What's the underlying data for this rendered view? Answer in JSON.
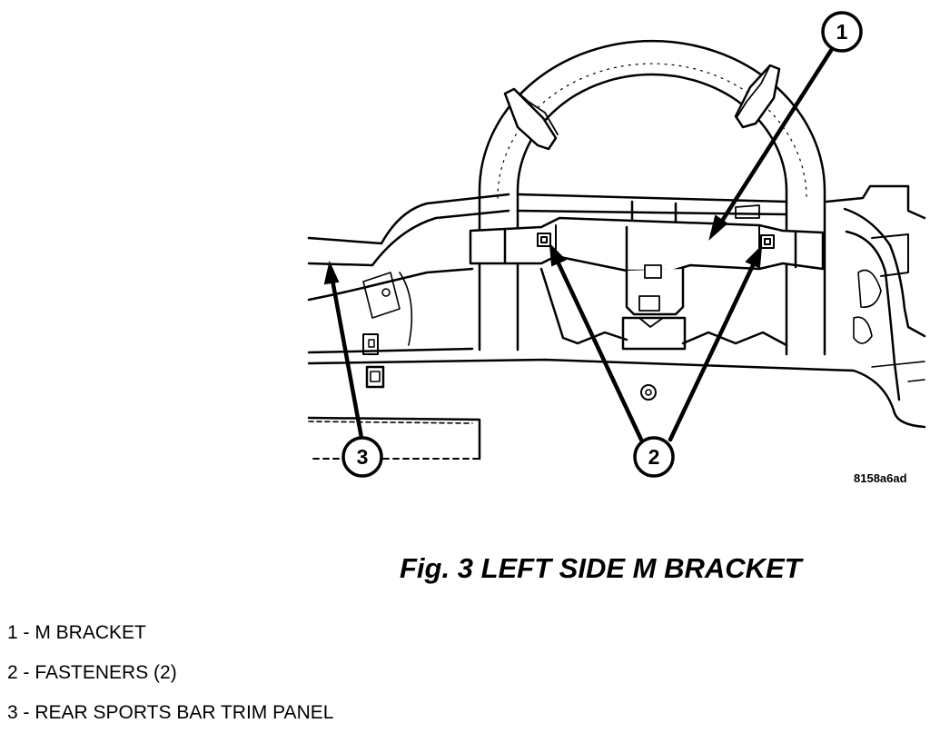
{
  "diagram": {
    "callouts": [
      {
        "number": "1",
        "target": "m-bracket"
      },
      {
        "number": "2",
        "target": "fasteners"
      },
      {
        "number": "3",
        "target": "rear-sports-bar-trim-panel"
      }
    ],
    "image_code": "8158a6ad"
  },
  "caption": "Fig. 3 LEFT SIDE M BRACKET",
  "legend": [
    {
      "number": "1",
      "text": "1 - M BRACKET"
    },
    {
      "number": "2",
      "text": "2 - FASTENERS (2)"
    },
    {
      "number": "3",
      "text": "3 - REAR SPORTS BAR TRIM PANEL"
    }
  ]
}
